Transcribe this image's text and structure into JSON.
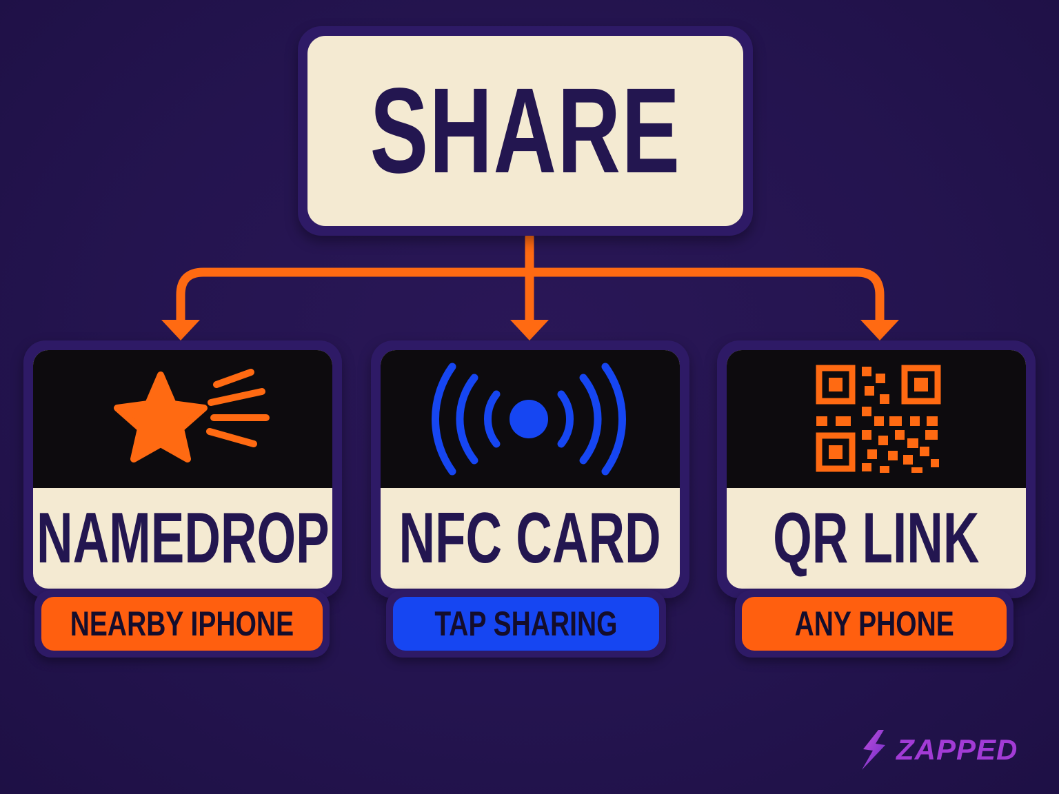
{
  "title": "SHARE",
  "options": [
    {
      "label": "NAMEDROP",
      "badge": "NEARBY IPHONE",
      "icon": "shooting-star-icon",
      "badge_color": "#ff5f0f"
    },
    {
      "label": "NFC CARD",
      "badge": "TAP SHARING",
      "icon": "nfc-signal-icon",
      "badge_color": "#1646f2"
    },
    {
      "label": "QR LINK",
      "badge": "ANY PHONE",
      "icon": "qr-code-icon",
      "badge_color": "#ff5f0f"
    }
  ],
  "brand": {
    "name": "ZAPPED",
    "icon": "lightning-bolt-icon",
    "color": "#a23bd6"
  },
  "colors": {
    "background": "#24144f",
    "panel": "#f4ead2",
    "frame": "#2e1a66",
    "connector": "#ff6a12",
    "nfc_blue": "#1646f2",
    "text_dark": "#231650"
  }
}
